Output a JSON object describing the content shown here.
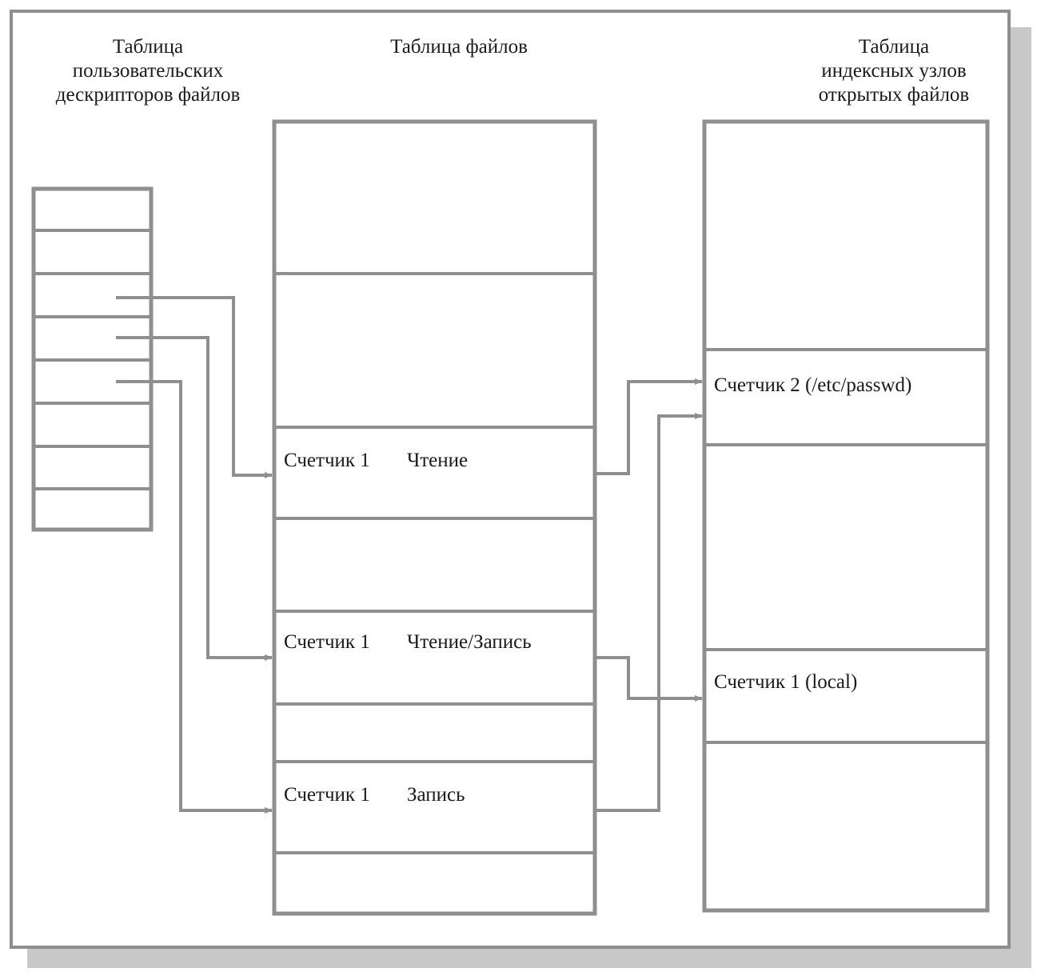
{
  "headers": {
    "user_fd_table": [
      "Таблица",
      "пользовательских",
      "дескрипторов файлов"
    ],
    "file_table": [
      "Таблица файлов"
    ],
    "inode_table": [
      "Таблица",
      "индексных узлов",
      "открытых файлов"
    ]
  },
  "file_table": {
    "entries": [
      {
        "counter": "Счетчик 1",
        "mode": "Чтение"
      },
      {
        "counter": "Счетчик 1",
        "mode": "Чтение/Запись"
      },
      {
        "counter": "Счетчик 1",
        "mode": "Запись"
      }
    ]
  },
  "inode_table": {
    "entries": [
      {
        "label": "Счетчик 2 (/etc/passwd)"
      },
      {
        "label": "Счетчик 1 (local)"
      }
    ]
  },
  "colors": {
    "line": "#8f8f8f",
    "shadow": "#c8c8c8",
    "text": "#1a1a1a"
  }
}
